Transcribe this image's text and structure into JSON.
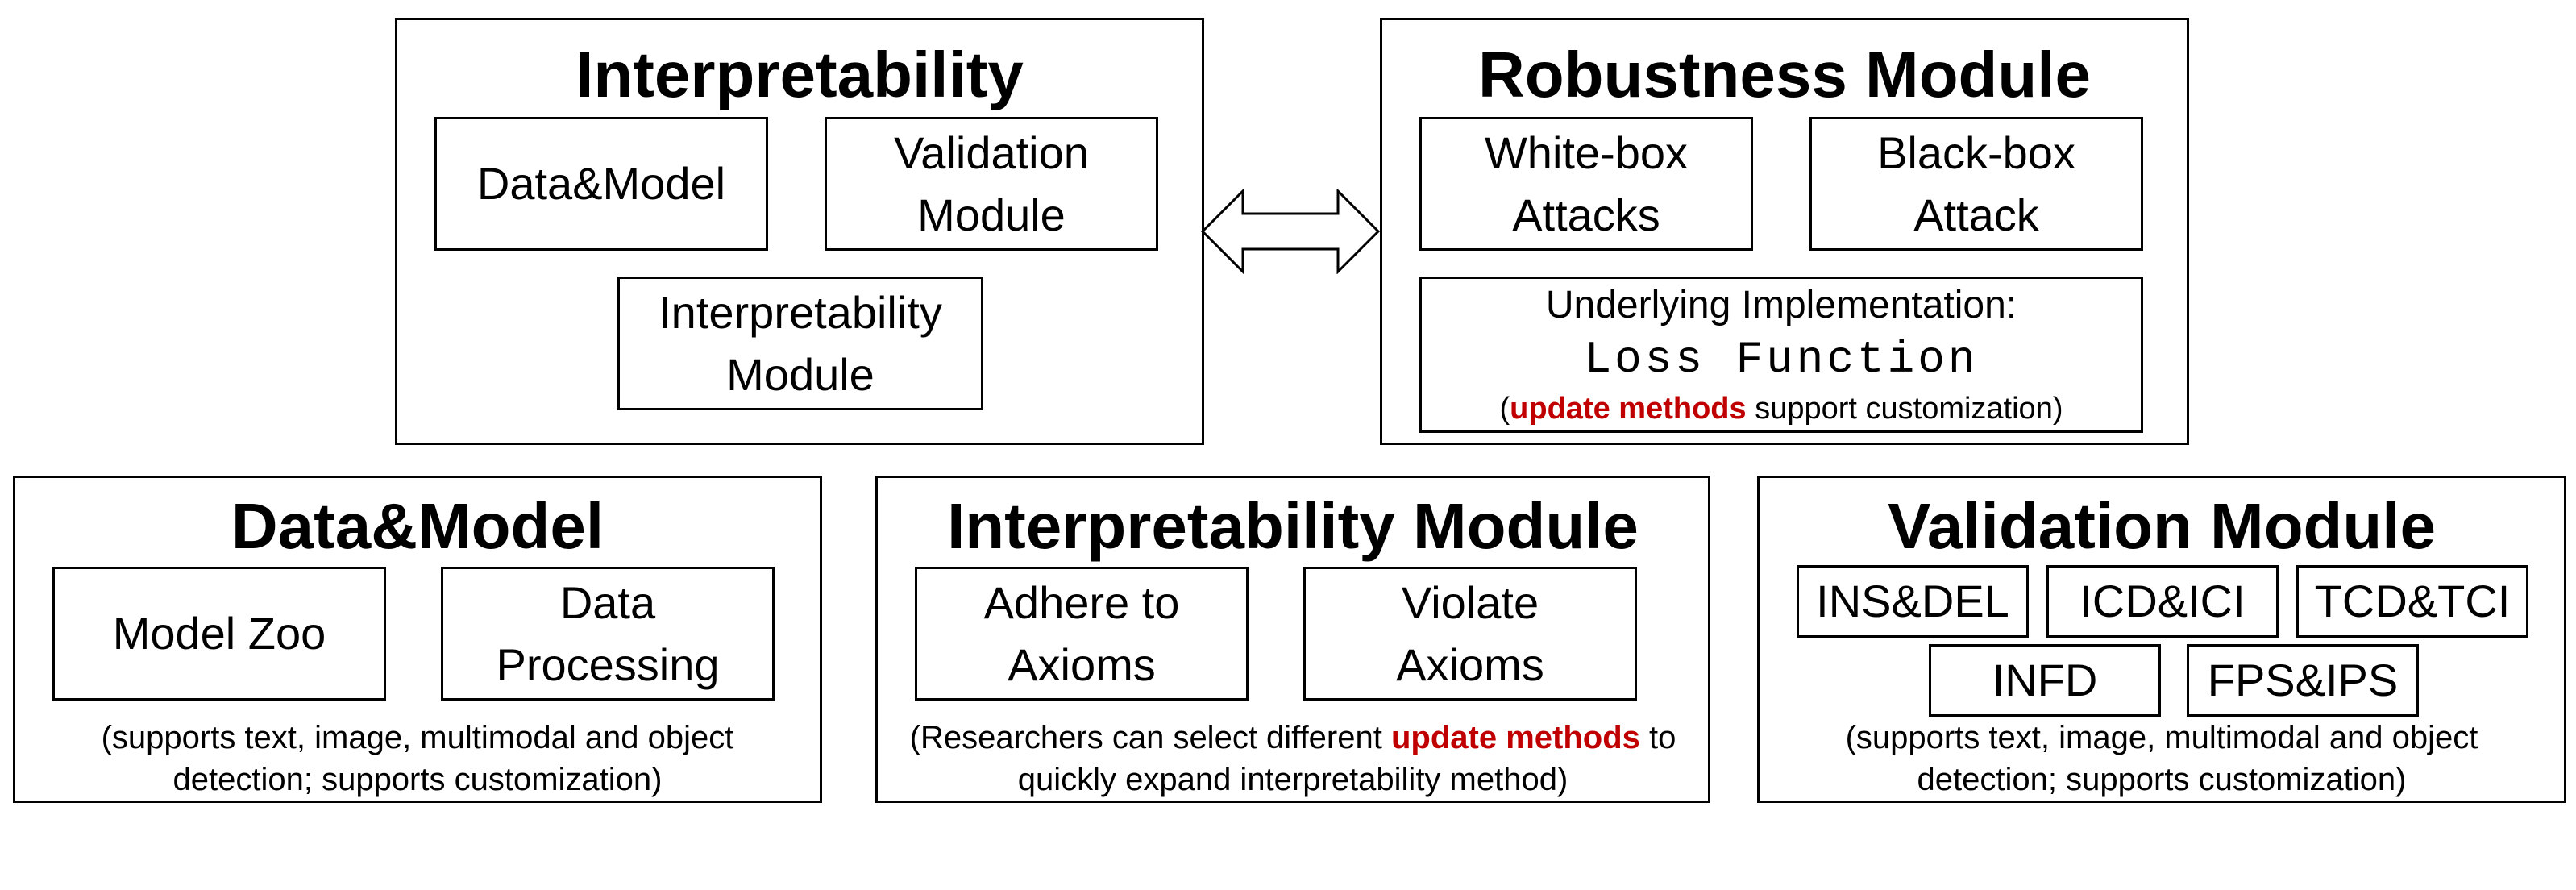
{
  "interpretability": {
    "title": "Interpretability",
    "data_model_box": "Data&Model",
    "validation_box": [
      "Validation",
      "Module"
    ],
    "interp_module_box": [
      "Interpretability",
      "Module"
    ]
  },
  "robustness": {
    "title": "Robustness Module",
    "whitebox": [
      "White-box",
      "Attacks"
    ],
    "blackbox": [
      "Black-box",
      "Attack"
    ],
    "impl_label": "Underlying Implementation:",
    "impl_code": "Loss Function",
    "impl_note_open": "(",
    "impl_note_highlight": "update methods",
    "impl_note_rest": " support customization)"
  },
  "data_model": {
    "title": "Data&Model",
    "model_zoo": "Model Zoo",
    "data_processing": [
      "Data",
      "Processing"
    ],
    "note": [
      "(supports text, image, multimodal and object",
      "detection; supports customization)"
    ]
  },
  "interp_module": {
    "title": "Interpretability Module",
    "adhere": [
      "Adhere to",
      "Axioms"
    ],
    "violate": [
      "Violate",
      "Axioms"
    ],
    "note_prefix": "(Researchers can select different ",
    "note_highlight": "update methods",
    "note_suffix": " to",
    "note_line2": "quickly expand interpretability method)"
  },
  "validation": {
    "title": "Validation Module",
    "metrics_row1": [
      "INS&DEL",
      "ICD&ICI",
      "TCD&TCI"
    ],
    "metrics_row2": [
      "INFD",
      "FPS&IPS"
    ],
    "note": [
      "(supports text, image, multimodal and object",
      "detection; supports customization)"
    ]
  },
  "colors": {
    "highlight": "#c00000",
    "border": "#000000"
  },
  "icons": {
    "connector": "double-arrow-icon"
  }
}
